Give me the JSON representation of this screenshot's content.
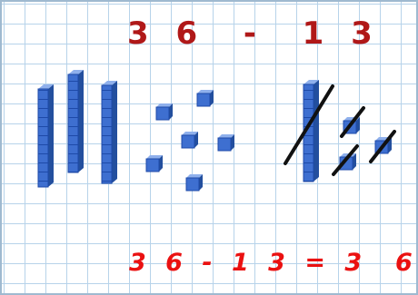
{
  "problem": {
    "text": "3 6  -  1 3",
    "minuend": 36,
    "subtrahend": 13
  },
  "answer": {
    "text": "3 6 - 1 3 = 3  6"
  },
  "blocks": {
    "left_group": {
      "tens": 3,
      "ones": 6
    },
    "right_group": {
      "tens": 1,
      "ones": 3,
      "crossed_out": true
    }
  },
  "colors": {
    "title": "#b01818",
    "answer": "#ea1111",
    "grid": "#b7d3ea",
    "block": "#3e6fd0",
    "block_dark": "#1e4aa8"
  }
}
